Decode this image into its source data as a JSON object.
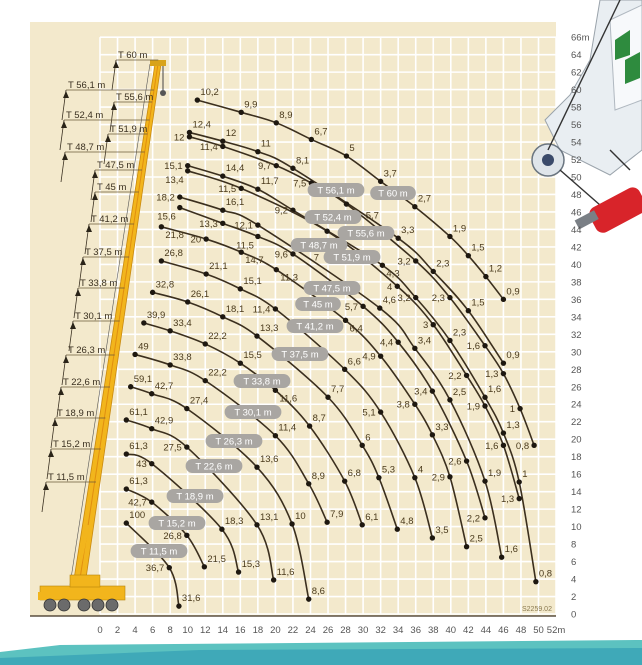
{
  "chart_data": {
    "type": "line",
    "title": "",
    "xlabel": "m",
    "ylabel": "m",
    "xlim": [
      0,
      52
    ],
    "ylim": [
      0,
      66
    ],
    "grid": true,
    "x_tick_labels": [
      "0",
      "2",
      "4",
      "6",
      "8",
      "10",
      "12",
      "14",
      "16",
      "18",
      "20",
      "22",
      "24",
      "26",
      "28",
      "30",
      "32",
      "34",
      "36",
      "38",
      "40",
      "42",
      "44",
      "46",
      "48",
      "50",
      "52m"
    ],
    "y_tick_labels": [
      "0",
      "2",
      "4",
      "6",
      "8",
      "10",
      "12",
      "14",
      "16",
      "18",
      "20",
      "22",
      "24",
      "26",
      "28",
      "30",
      "32",
      "34",
      "36",
      "38",
      "40",
      "42",
      "44",
      "46",
      "48",
      "50",
      "52",
      "54",
      "56",
      "58",
      "60",
      "62",
      "64",
      "66m"
    ],
    "figure_code": "S2259.02",
    "colors": {
      "background": "#f3e9cc",
      "grid": "#ffffff",
      "curve": "#3b2f1e",
      "label_pill": "#a9a6a2",
      "boom": "#f2b51c"
    },
    "point_format": [
      "radius_m",
      "height_m",
      "load_t"
    ],
    "series": [
      {
        "name": "T 60 m",
        "points": [
          [
            11.1,
            58.8,
            "10,2"
          ],
          [
            16.1,
            57.4,
            "9,9"
          ],
          [
            20.1,
            56.2,
            "8,9"
          ],
          [
            24.1,
            54.3,
            "6,7"
          ],
          [
            28.1,
            52.4,
            "5"
          ],
          [
            32,
            49.5,
            "3,7"
          ],
          [
            35.9,
            46.6,
            "2,7"
          ],
          [
            39.9,
            43.2,
            "1,9"
          ],
          [
            42,
            41,
            "1,5"
          ],
          [
            44,
            38.6,
            "1,2"
          ],
          [
            46,
            36,
            "0,9"
          ]
        ]
      },
      {
        "name": "T 56,1 m",
        "points": [
          [
            10.2,
            55.1,
            "12,4"
          ],
          [
            14,
            54.1,
            "12"
          ],
          [
            18,
            52.9,
            "11"
          ],
          [
            22,
            51.0,
            "8,1"
          ],
          [
            34,
            43.0,
            "3,3"
          ],
          [
            38,
            39.2,
            "2,3"
          ],
          [
            42,
            34.7,
            "1,5"
          ],
          [
            46,
            28.7,
            "0,9"
          ]
        ]
      },
      {
        "name": "T 55,6 m",
        "points": [
          [
            10.2,
            54.6,
            "12"
          ],
          [
            14,
            53.5,
            "11,4"
          ],
          [
            20.1,
            51.3,
            "9,7"
          ],
          [
            24.1,
            49.3,
            "7,5"
          ],
          [
            28.1,
            46.9,
            "5,7"
          ],
          [
            36,
            40.4,
            "3,2"
          ],
          [
            39.9,
            36.2,
            "2,3"
          ],
          [
            43.9,
            30.7,
            "1,6"
          ],
          [
            46,
            27.5,
            "1,3"
          ],
          [
            47.9,
            23.5,
            "1"
          ],
          [
            49.5,
            19.3,
            "0,8"
          ]
        ]
      },
      {
        "name": "T 52,4 m",
        "points": [
          [
            10,
            51.3,
            "15,1"
          ],
          [
            14,
            50.1,
            "14,4"
          ],
          [
            18,
            48.6,
            "11,7"
          ],
          [
            22,
            46.2,
            "9,2"
          ],
          [
            32.2,
            39.9,
            "4,3"
          ],
          [
            36,
            36.2,
            "3,2"
          ],
          [
            39.9,
            31.3,
            "2,3"
          ],
          [
            43.9,
            24.8,
            "1,6"
          ],
          [
            46,
            20.7,
            "1,3"
          ],
          [
            47.8,
            15.1,
            "1"
          ],
          [
            49.7,
            3.7,
            "0,8"
          ]
        ]
      },
      {
        "name": "T 51,9 m",
        "points": [
          [
            10,
            50.7,
            "13,4"
          ],
          [
            16.1,
            48.7,
            "11,5"
          ],
          [
            25.9,
            43.8,
            "7"
          ],
          [
            33.9,
            37.5,
            "4"
          ],
          [
            38,
            33.1,
            "3"
          ],
          [
            41.8,
            27.3,
            "2,2"
          ],
          [
            43.9,
            23.8,
            "1,9"
          ],
          [
            46,
            19.3,
            "1,6"
          ],
          [
            47.8,
            13.2,
            "1,3"
          ]
        ]
      },
      {
        "name": "T 48,7 m",
        "points": [
          [
            9.1,
            47.7,
            "18,2"
          ],
          [
            14,
            46.2,
            "16,1"
          ],
          [
            18,
            44.5,
            "12,1"
          ],
          [
            31.9,
            35.0,
            "4,6"
          ],
          [
            35.9,
            30.4,
            "3,4"
          ],
          [
            39.9,
            24.5,
            "2,5"
          ],
          [
            43.9,
            15.2,
            "1,9"
          ],
          [
            45.8,
            6.5,
            "1,6"
          ]
        ]
      },
      {
        "name": "T 47,5 m",
        "points": [
          [
            9.1,
            46.5,
            "15,6"
          ],
          [
            14,
            44.7,
            "13,3"
          ],
          [
            18,
            43.2,
            "11,5"
          ],
          [
            22,
            41.2,
            "9,6"
          ],
          [
            30,
            35.2,
            "5,7"
          ],
          [
            34,
            31.1,
            "4,4"
          ],
          [
            37.9,
            25.5,
            "3,4"
          ],
          [
            41.8,
            17.5,
            "2,6"
          ],
          [
            43.9,
            11,
            "2,2"
          ]
        ]
      },
      {
        "name": "T 45 m",
        "points": [
          [
            7,
            44.3,
            "21,8"
          ],
          [
            12.1,
            42.9,
            "20"
          ],
          [
            16.1,
            41.4,
            "14,7"
          ],
          [
            20.1,
            39.4,
            "11,3"
          ],
          [
            28,
            33.6,
            "6,4"
          ],
          [
            32,
            29.5,
            "4,9"
          ],
          [
            35.9,
            24.0,
            "3,8"
          ],
          [
            37.9,
            20.5,
            "3,3"
          ],
          [
            39.9,
            15.7,
            "2,9"
          ],
          [
            41.8,
            7.7,
            "2,5"
          ]
        ]
      },
      {
        "name": "T 41,2 m",
        "points": [
          [
            7,
            40.4,
            "26,8"
          ],
          [
            12.1,
            38.9,
            "21,1"
          ],
          [
            16,
            37.2,
            "15,1"
          ],
          [
            20,
            34.9,
            "11,4"
          ],
          [
            27.9,
            28.0,
            "6,6"
          ],
          [
            32,
            23.1,
            "5,1"
          ],
          [
            35.9,
            15.6,
            "4"
          ],
          [
            37.9,
            8.7,
            "3,5"
          ]
        ]
      },
      {
        "name": "T 37,5 m",
        "points": [
          [
            6,
            36.8,
            "32,8"
          ],
          [
            10,
            35.7,
            "26,1"
          ],
          [
            14,
            34.0,
            "18,1"
          ],
          [
            17.9,
            31.8,
            "13,3"
          ],
          [
            26,
            24.8,
            "7,7"
          ],
          [
            29.9,
            19.3,
            "6"
          ],
          [
            31.8,
            15.6,
            "5,3"
          ],
          [
            33.9,
            9.7,
            "4,8"
          ]
        ]
      },
      {
        "name": "T 33,8 m",
        "points": [
          [
            5,
            33.3,
            "39,9"
          ],
          [
            8,
            32.4,
            "33,4"
          ],
          [
            12,
            30.9,
            "22,2"
          ],
          [
            16,
            28.7,
            "15,5"
          ],
          [
            20,
            25.6,
            "11,6"
          ],
          [
            23.9,
            21.5,
            "8,7"
          ],
          [
            27.9,
            15.2,
            "6,8"
          ],
          [
            29.9,
            10.2,
            "6,1"
          ]
        ]
      },
      {
        "name": "T 30,1 m",
        "points": [
          [
            4,
            29.7,
            "49"
          ],
          [
            8,
            28.5,
            "33,8"
          ],
          [
            12,
            26.7,
            "22,2"
          ],
          [
            20,
            20.4,
            "11,4"
          ],
          [
            23.8,
            14.9,
            "8,9"
          ],
          [
            25.9,
            10.5,
            "7,9"
          ]
        ]
      },
      {
        "name": "T 26,3 m",
        "points": [
          [
            3.5,
            26,
            "59,1"
          ],
          [
            5.9,
            25.2,
            "42,7"
          ],
          [
            9.9,
            23.5,
            "27,4"
          ],
          [
            17.9,
            16.8,
            "13,6"
          ],
          [
            21.9,
            10.3,
            "10"
          ],
          [
            23.8,
            1.7,
            "8,6"
          ]
        ]
      },
      {
        "name": "T 22,6 m",
        "points": [
          [
            3,
            22.2,
            "61,1"
          ],
          [
            5.9,
            21.2,
            "42,9"
          ],
          [
            9.9,
            19.1,
            "27,5"
          ],
          [
            17.9,
            10.2,
            "13,1"
          ],
          [
            19.8,
            3.9,
            "11,6"
          ]
        ]
      },
      {
        "name": "T 18,9 m",
        "points": [
          [
            3,
            18.3,
            "61,3"
          ],
          [
            5.9,
            17.2,
            "43"
          ],
          [
            13.9,
            9.7,
            "18,3"
          ],
          [
            15.8,
            4.8,
            "15,3"
          ]
        ]
      },
      {
        "name": "T 15,2 m",
        "points": [
          [
            3,
            14.3,
            "61,3"
          ],
          [
            5.9,
            12.8,
            "42,7"
          ],
          [
            9.9,
            9.0,
            "26,8"
          ],
          [
            11.9,
            5.4,
            "21,5"
          ]
        ]
      },
      {
        "name": "T 11,5 m",
        "points": [
          [
            3,
            10.4,
            "100"
          ],
          [
            7.9,
            5.3,
            "36,7"
          ],
          [
            9,
            0.9,
            "31,6"
          ]
        ]
      }
    ],
    "boom_length_labels": [
      "T 60 m",
      "T 56,1 m",
      "T 55,6 m",
      "T 52,4 m",
      "T 51,9 m",
      "T 48,7 m",
      "T 47,5 m",
      "T 45 m",
      "T 41,2 m",
      "T 37,5 m",
      "T 33,8 m",
      "T 30,1 m",
      "T 26,3 m",
      "T 22,6 m",
      "T 18,9 m",
      "T 15,2 m",
      "T 11,5 m"
    ]
  }
}
